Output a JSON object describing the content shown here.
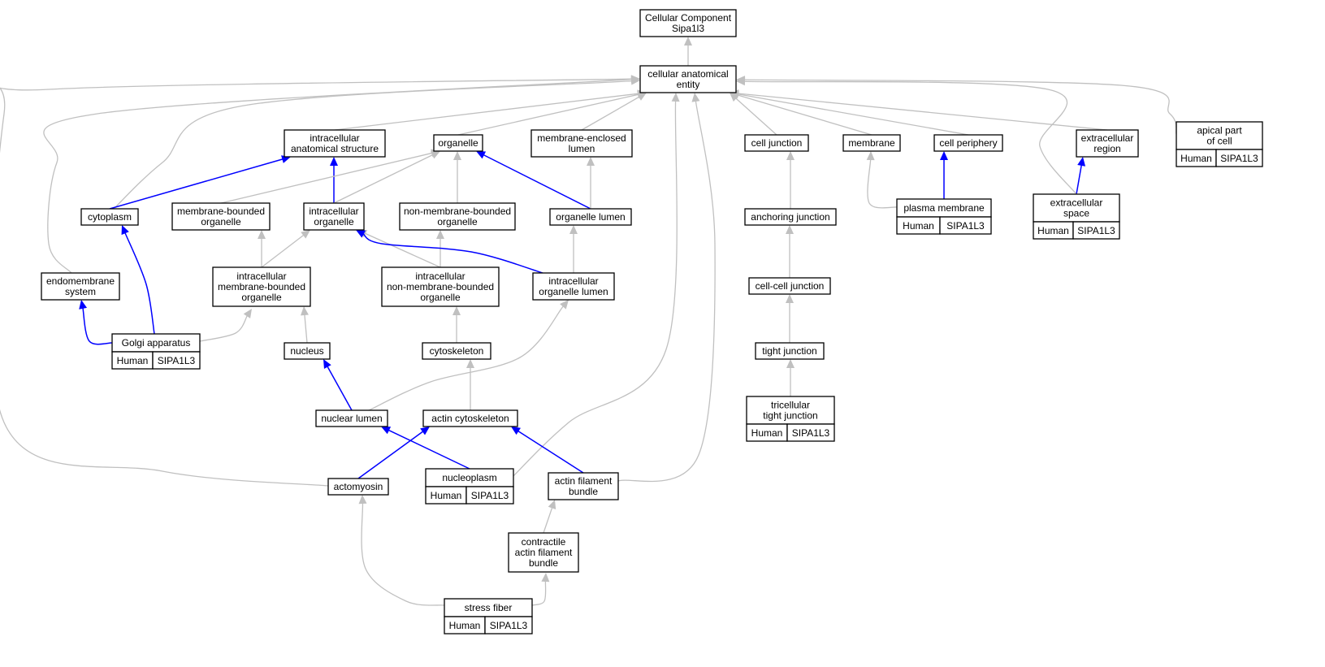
{
  "colors": {
    "is_a_edge": "#c0c0c0",
    "part_of_edge": "#0000ff",
    "annotation_fill": "#ff6347",
    "node_fill": "#ffffff",
    "node_border": "#000000"
  },
  "nodes": [
    {
      "id": "cc_root",
      "lines": [
        "Cellular Component",
        "Sipa1l3"
      ]
    },
    {
      "id": "cae",
      "lines": [
        "cellular anatomical",
        "entity"
      ]
    },
    {
      "id": "ias",
      "lines": [
        "intracellular",
        "anatomical structure"
      ]
    },
    {
      "id": "organelle",
      "lines": [
        "organelle"
      ]
    },
    {
      "id": "mel",
      "lines": [
        "membrane-enclosed",
        "lumen"
      ]
    },
    {
      "id": "celljunction",
      "lines": [
        "cell junction"
      ]
    },
    {
      "id": "membrane",
      "lines": [
        "membrane"
      ]
    },
    {
      "id": "cellperiphery",
      "lines": [
        "cell periphery"
      ]
    },
    {
      "id": "extracellular",
      "lines": [
        "extracellular",
        "region"
      ]
    },
    {
      "id": "apical",
      "lines": [
        "apical part",
        "of cell"
      ],
      "annotation": {
        "species": "Human",
        "gene": "SIPA1L3"
      }
    },
    {
      "id": "cytoplasm",
      "lines": [
        "cytoplasm"
      ]
    },
    {
      "id": "mbo",
      "lines": [
        "membrane-bounded",
        "organelle"
      ]
    },
    {
      "id": "io",
      "lines": [
        "intracellular",
        "organelle"
      ]
    },
    {
      "id": "nmbo",
      "lines": [
        "non-membrane-bounded",
        "organelle"
      ]
    },
    {
      "id": "olumen",
      "lines": [
        "organelle lumen"
      ]
    },
    {
      "id": "anchoring",
      "lines": [
        "anchoring junction"
      ]
    },
    {
      "id": "plasmamembrane",
      "lines": [
        "plasma membrane"
      ],
      "annotation": {
        "species": "Human",
        "gene": "SIPA1L3"
      }
    },
    {
      "id": "extspace",
      "lines": [
        "extracellular",
        "space"
      ],
      "annotation": {
        "species": "Human",
        "gene": "SIPA1L3"
      }
    },
    {
      "id": "endomembrane",
      "lines": [
        "endomembrane",
        "system"
      ]
    },
    {
      "id": "imbo",
      "lines": [
        "intracellular",
        "membrane-bounded",
        "organelle"
      ]
    },
    {
      "id": "inmbo",
      "lines": [
        "intracellular",
        "non-membrane-bounded",
        "organelle"
      ]
    },
    {
      "id": "iol",
      "lines": [
        "intracellular",
        "organelle lumen"
      ]
    },
    {
      "id": "cellcell",
      "lines": [
        "cell-cell junction"
      ]
    },
    {
      "id": "golgi",
      "lines": [
        "Golgi apparatus"
      ],
      "annotation": {
        "species": "Human",
        "gene": "SIPA1L3"
      }
    },
    {
      "id": "nucleus",
      "lines": [
        "nucleus"
      ]
    },
    {
      "id": "cytoskeleton",
      "lines": [
        "cytoskeleton"
      ]
    },
    {
      "id": "tight",
      "lines": [
        "tight junction"
      ]
    },
    {
      "id": "nuclumen",
      "lines": [
        "nuclear lumen"
      ]
    },
    {
      "id": "actincsk",
      "lines": [
        "actin cytoskeleton"
      ]
    },
    {
      "id": "tricellular",
      "lines": [
        "tricellular",
        "tight junction"
      ],
      "annotation": {
        "species": "Human",
        "gene": "SIPA1L3"
      }
    },
    {
      "id": "actomyosin",
      "lines": [
        "actomyosin"
      ]
    },
    {
      "id": "nucleoplasm",
      "lines": [
        "nucleoplasm"
      ],
      "annotation": {
        "species": "Human",
        "gene": "SIPA1L3"
      }
    },
    {
      "id": "afb",
      "lines": [
        "actin filament",
        "bundle"
      ]
    },
    {
      "id": "cafb",
      "lines": [
        "contractile",
        "actin filament",
        "bundle"
      ]
    },
    {
      "id": "stressfiber",
      "lines": [
        "stress fiber"
      ],
      "annotation": {
        "species": "Human",
        "gene": "SIPA1L3"
      }
    }
  ],
  "edges": [
    {
      "from": "cae",
      "to": "cc_root",
      "type": "is_a"
    },
    {
      "from": "ias",
      "to": "cae",
      "type": "is_a"
    },
    {
      "from": "organelle",
      "to": "cae",
      "type": "is_a"
    },
    {
      "from": "mel",
      "to": "cae",
      "type": "is_a"
    },
    {
      "from": "celljunction",
      "to": "cae",
      "type": "is_a"
    },
    {
      "from": "membrane",
      "to": "cae",
      "type": "is_a"
    },
    {
      "from": "cellperiphery",
      "to": "cae",
      "type": "is_a"
    },
    {
      "from": "extracellular",
      "to": "cae",
      "type": "is_a"
    },
    {
      "from": "apical",
      "to": "cae",
      "type": "is_a"
    },
    {
      "from": "cytoplasm",
      "to": "cae",
      "type": "is_a"
    },
    {
      "from": "cytoplasm",
      "to": "ias",
      "type": "part_of"
    },
    {
      "from": "io",
      "to": "ias",
      "type": "part_of"
    },
    {
      "from": "mbo",
      "to": "organelle",
      "type": "is_a"
    },
    {
      "from": "io",
      "to": "organelle",
      "type": "is_a"
    },
    {
      "from": "nmbo",
      "to": "organelle",
      "type": "is_a"
    },
    {
      "from": "olumen",
      "to": "organelle",
      "type": "part_of"
    },
    {
      "from": "olumen",
      "to": "mel",
      "type": "is_a"
    },
    {
      "from": "anchoring",
      "to": "celljunction",
      "type": "is_a"
    },
    {
      "from": "plasmamembrane",
      "to": "membrane",
      "type": "is_a"
    },
    {
      "from": "plasmamembrane",
      "to": "cellperiphery",
      "type": "part_of"
    },
    {
      "from": "extspace",
      "to": "extracellular",
      "type": "part_of"
    },
    {
      "from": "extspace",
      "to": "cae",
      "type": "is_a"
    },
    {
      "from": "endomembrane",
      "to": "cae",
      "type": "is_a"
    },
    {
      "from": "imbo",
      "to": "mbo",
      "type": "is_a"
    },
    {
      "from": "imbo",
      "to": "io",
      "type": "is_a"
    },
    {
      "from": "inmbo",
      "to": "io",
      "type": "is_a"
    },
    {
      "from": "inmbo",
      "to": "nmbo",
      "type": "is_a"
    },
    {
      "from": "iol",
      "to": "io",
      "type": "part_of"
    },
    {
      "from": "iol",
      "to": "olumen",
      "type": "is_a"
    },
    {
      "from": "cellcell",
      "to": "anchoring",
      "type": "is_a"
    },
    {
      "from": "golgi",
      "to": "endomembrane",
      "type": "part_of"
    },
    {
      "from": "golgi",
      "to": "cytoplasm",
      "type": "part_of"
    },
    {
      "from": "golgi",
      "to": "imbo",
      "type": "is_a"
    },
    {
      "from": "nucleus",
      "to": "imbo",
      "type": "is_a"
    },
    {
      "from": "cytoskeleton",
      "to": "inmbo",
      "type": "is_a"
    },
    {
      "from": "tight",
      "to": "cellcell",
      "type": "is_a"
    },
    {
      "from": "nuclumen",
      "to": "nucleus",
      "type": "part_of"
    },
    {
      "from": "nuclumen",
      "to": "iol",
      "type": "is_a"
    },
    {
      "from": "actincsk",
      "to": "cytoskeleton",
      "type": "is_a"
    },
    {
      "from": "tricellular",
      "to": "tight",
      "type": "is_a"
    },
    {
      "from": "actomyosin",
      "to": "actincsk",
      "type": "part_of"
    },
    {
      "from": "actomyosin",
      "to": "cae",
      "type": "is_a"
    },
    {
      "from": "nucleoplasm",
      "to": "nuclumen",
      "type": "part_of"
    },
    {
      "from": "nucleoplasm",
      "to": "cae",
      "type": "is_a"
    },
    {
      "from": "afb",
      "to": "actincsk",
      "type": "part_of"
    },
    {
      "from": "afb",
      "to": "cae",
      "type": "is_a"
    },
    {
      "from": "cafb",
      "to": "afb",
      "type": "is_a"
    },
    {
      "from": "stressfiber",
      "to": "cafb",
      "type": "is_a"
    },
    {
      "from": "stressfiber",
      "to": "actomyosin",
      "type": "is_a"
    }
  ]
}
